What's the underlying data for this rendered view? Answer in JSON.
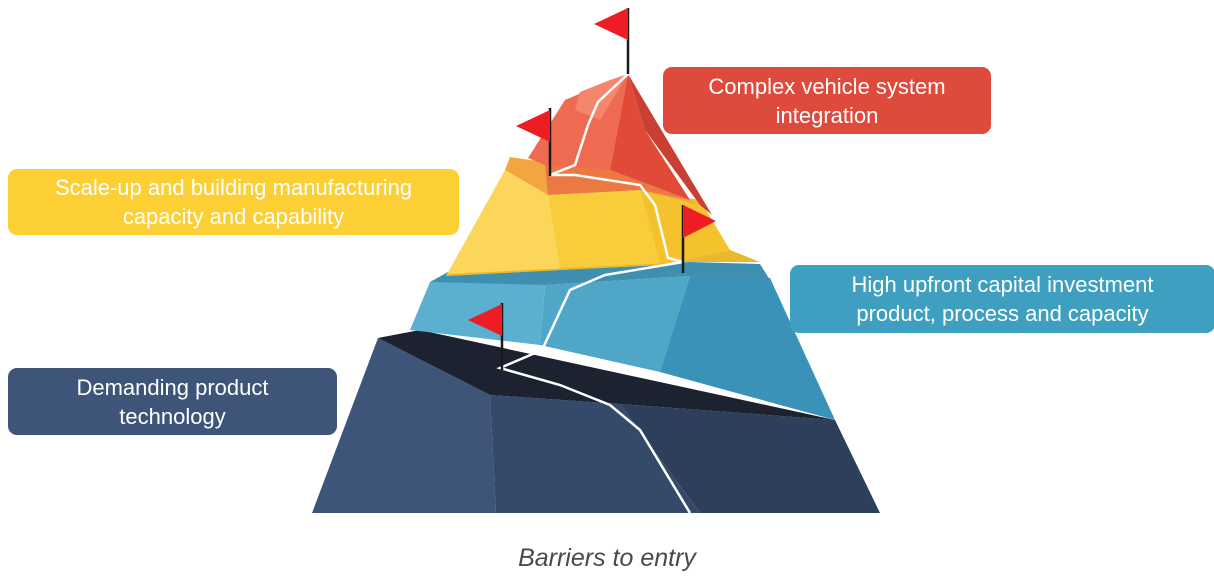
{
  "labels": {
    "top": {
      "lines": [
        "Complex vehicle system",
        "integration"
      ],
      "color": "#de4b3d"
    },
    "yellow": {
      "lines": [
        "Scale-up and building manufacturing",
        "capacity and capability"
      ],
      "color": "#fcd034"
    },
    "teal": {
      "lines": [
        "High upfront capital investment",
        "product, process and capacity"
      ],
      "color": "#3e9fc0"
    },
    "navy": {
      "lines": [
        "Demanding product",
        "technology"
      ],
      "color": "#3e5479"
    }
  },
  "caption": "Barriers to entry",
  "colors": {
    "flag": "#ee1c25",
    "red_tier": "#e9563f",
    "yellow_tier": "#f7ca3b",
    "teal_tier": "#43a0c3",
    "navy_tier": "#334769",
    "shadow_band": "#1c2230",
    "trail": "#ffffff"
  }
}
